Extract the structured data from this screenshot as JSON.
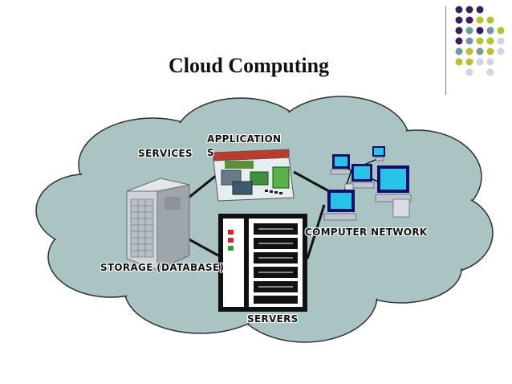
{
  "slide": {
    "title": "Cloud Computing",
    "labels": {
      "applications": "APPLICATIONS",
      "services": "SERVICES",
      "computer_network": "COMPUTER NETWORK",
      "storage": "STORAGE (DATABASE)",
      "servers": "SERVERS"
    }
  },
  "colors": {
    "cloud_fill": "#a9c4c3",
    "cloud_stroke": "#2f2f2f",
    "dot_purple": "#3b1f5c",
    "dot_teal": "#6f9aa0",
    "dot_olive": "#b8c229",
    "dot_lavender": "#d4d2e6",
    "connector": "#111111"
  },
  "icons": [
    "decorative-dot-grid",
    "cloud-shape",
    "storage-tower-icon",
    "applications-window-icon",
    "server-rack-icon",
    "computer-network-icon"
  ]
}
